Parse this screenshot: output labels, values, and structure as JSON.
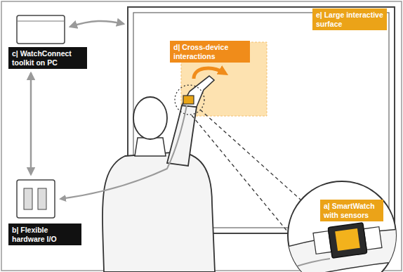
{
  "diagram": {
    "nodes": [
      {
        "text": [
          "e| Large interactive surface"
        ]
      },
      {
        "text": [
          "d| Cross-device interactions"
        ]
      },
      {
        "text": [
          "c| WatchConnect toolkit on PC"
        ]
      },
      {
        "text": [
          "a| SmartWatch with sensors"
        ]
      },
      {
        "text": [
          "b| Flexible hardware I/O"
        ]
      }
    ]
  }
}
